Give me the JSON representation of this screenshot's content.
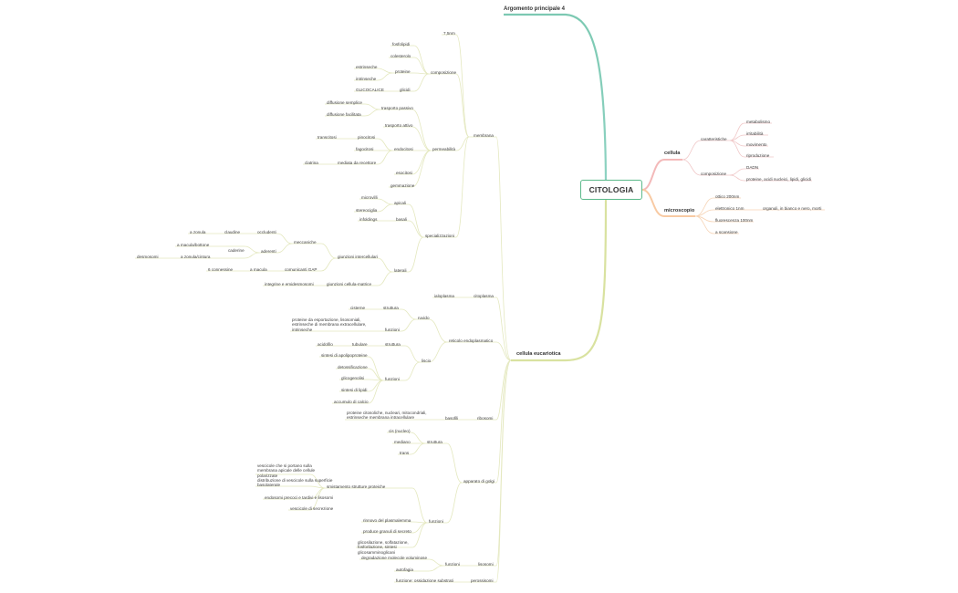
{
  "map": {
    "root": "CITOLOGIA",
    "argomento": "Argomento principale 4",
    "cellula": {
      "title": "cellula",
      "caratteristiche": "caratteristiche",
      "metabolismo": "metabolismo",
      "irritabilita": "irritabilità",
      "movimento": "movimento",
      "riproduzione": "riproduzione",
      "composizione": "composizione",
      "dna": "DADN",
      "proteine": "proteine, acidi nucleici, lipidi, glicidi"
    },
    "microscopio": {
      "title": "microscopio",
      "ottico": "ottico 200nm",
      "elettronico": "elettronico 1nm",
      "organuli": "organuli, in bianco e nero, morti",
      "fluorescenza": "fluorescenza 100nm",
      "scansione": "a scansione"
    },
    "euc": {
      "title": "cellula eucariotica",
      "membrana": "membrana",
      "nm": "7,5nm",
      "composizione": "composizione",
      "fosfolipidi": "fosfolipidi",
      "colesterolo": "colesterolo",
      "proteine": "proteine",
      "estrinseche": "estrinseche",
      "intrinseche": "intrinseche",
      "glicocalice": "GLICOCALICE",
      "glicidi": "glicidi",
      "permeabilita": "permeabilità",
      "diff_semplice": "diffusione semplice",
      "diff_facilitata": "diffusione facilitata",
      "passivo": "trasporto passivo",
      "attivo": "trasporto attivo",
      "transcitosi": "transcitosi",
      "pinocitosi": "pinocitosi",
      "fagocitosi": "fagocitosi",
      "endocitosi": "endocitosi",
      "clatrina": "clatrina",
      "recettore": "mediata da recettore",
      "esocitosi": "esocitosi",
      "gemmazione": "gemmazione",
      "specializzazioni": "specializzazioni",
      "microvilli": "microvilli",
      "apicali": "apicali",
      "stereociglia": "stereociglia",
      "infoldings": "infoldings",
      "basali": "basali",
      "a_zonula": "a zonula",
      "claudine": "claudine",
      "occludenti": "occludenti",
      "meccaniche": "meccaniche",
      "a_macula_bottone": "a macula/bottone",
      "caderine": "caderine",
      "aderenti": "aderenti",
      "desmosomi": "desmosomi",
      "a_zonula_cintura": "a zonula/cintura",
      "giunzioni_inter": "giunzioni intercellulari",
      "laterali": "laterali",
      "connessone": "6 connessine",
      "a_macula": "a macula",
      "gap": "comunicanti GAP",
      "integrine": "integrine e emidesmosomi",
      "matrice": "giunzioni cellula-matrice",
      "citoplasma": "citoplasma",
      "ialoplasma": "ialoplasma",
      "rer_title": "reticolo endoplasmatico",
      "ruvido": "ruvido",
      "cisterne": "cisterne",
      "struttura": "struttura",
      "funzioni": "funzioni",
      "proteine_esport": "proteine da esportazione, lisosomiali, estrinseche di membrana extracellulare, intrinseche",
      "liscio": "liscio",
      "acidofilo": "acidofilo",
      "tubulare": "tubulare",
      "apolipo": "sintesi di apolipoproteine",
      "detox": "detossificazione",
      "glicogenolisi": "glicogenolisi",
      "lipidi": "sintesi di lipidi",
      "calcio": "accumulo di calcio",
      "ribosomi": "ribosomi",
      "basofili": "basofili",
      "ribo_proteine": "proteine citosoliche, nucleari, mitocondriali, estrinseche membrana intracellulare",
      "golgi": "apparato di golgi",
      "cis": "cis (nucleo)",
      "mediano": "mediano",
      "trans": "trans",
      "g_struttura": "struttura",
      "g_funzioni": "funzioni",
      "smistamento": "smistamento strutture proteiche",
      "vescicole_apicale": "vescicole che si portano sulla membrana apicale delle cellule polarizzate",
      "distribuzione": "distribuzione di vescicole sulla superficie basolaterale",
      "endosomi": "endosomi precoci e tardivi e lisosomi",
      "secrezione": "vescicole di secrezione",
      "rinnovo": "rinnovo del plasmalemma",
      "granuli": "produce granuli di secreto",
      "glicosilazione": "glicosilazione, solfatazione, fosforilazione, sintesi glicosamminoglicani",
      "lisosomi": "lisosomi",
      "lis_funzioni": "funzioni",
      "degradazione": "degradazione molecole voluminose",
      "autofagia": "autofagia",
      "perossisomi": "perossisomi",
      "ossidazione": "funzione: ossidazione substrati"
    }
  }
}
